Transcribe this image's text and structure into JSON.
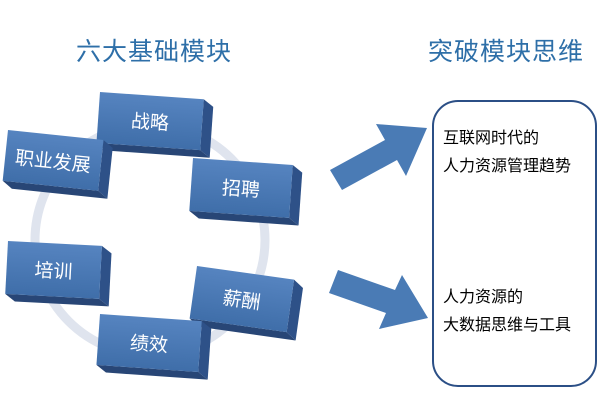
{
  "headings": {
    "left": "六大基础模块",
    "right": "突破模块思维"
  },
  "modules": [
    {
      "id": "strategy",
      "label": "战略"
    },
    {
      "id": "recruit",
      "label": "招聘"
    },
    {
      "id": "salary",
      "label": "薪酬"
    },
    {
      "id": "performance",
      "label": "绩效"
    },
    {
      "id": "training",
      "label": "培训"
    },
    {
      "id": "career",
      "label": "职业发展"
    }
  ],
  "callout": {
    "item_1": {
      "line_1": "互联网时代的",
      "line_2": "人力资源管理趋势"
    },
    "item_2": {
      "line_1": "人力资源的",
      "line_2": "大数据思维与工具"
    }
  },
  "colors": {
    "heading": "#2e6fa8",
    "block_front": "#4b7ab8",
    "block_side": "#2e5188",
    "ring": "#dfe4ee",
    "arrow": "#4a7bb5",
    "callout_border": "#2b4f86"
  }
}
